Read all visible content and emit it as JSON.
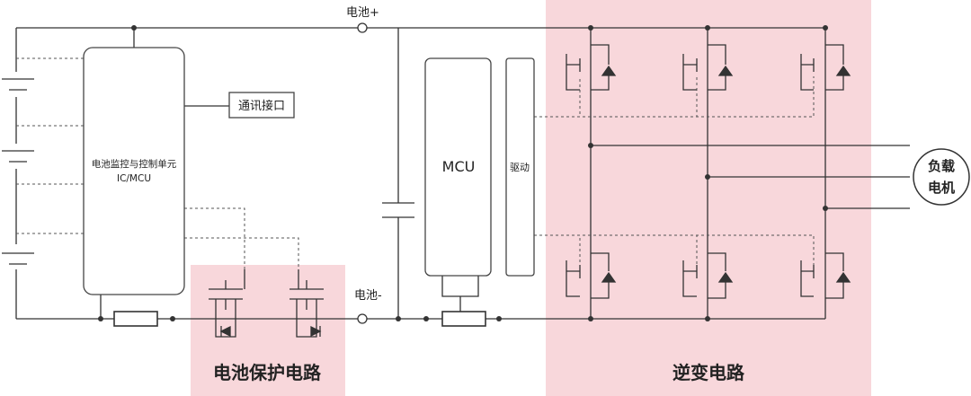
{
  "labels": {
    "battery_plus": "电池+",
    "battery_minus": "电池-",
    "bms_line1": "电池监控与控制单元",
    "bms_line2": "IC/MCU",
    "comm_interface": "通讯接口",
    "mcu": "MCU",
    "driver": "驱动",
    "motor_line1": "负载",
    "motor_line2": "电机",
    "protection_circuit": "电池保护电路",
    "inverter_circuit": "逆变电路"
  },
  "colors": {
    "highlight": "#f8d7db",
    "line": "#333333",
    "dashed": "#555555",
    "box_stroke": "#444444"
  }
}
